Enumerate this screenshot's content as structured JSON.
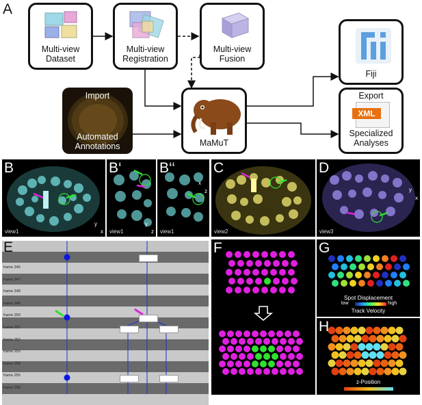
{
  "panel_A": {
    "label": "A",
    "nodes": {
      "dataset": "Multi-view\nDataset",
      "registration": "Multi-view\nRegistration",
      "fusion": "Multi-view\nFusion",
      "mamut": "MaMuT",
      "fiji": "Fiji",
      "analyses": "Specialized\nAnalyses",
      "import": "Import",
      "annotations": "Automated\nAnnotations",
      "export": "Export",
      "xml": "XML"
    }
  },
  "panel_B": {
    "labels": [
      "B",
      "B‘",
      "B‘‘"
    ],
    "views": [
      "view1",
      "view1",
      "view1"
    ]
  },
  "panel_C": {
    "label": "C",
    "view": "view2"
  },
  "panel_D": {
    "label": "D",
    "view": "view3"
  },
  "axes": {
    "x": "x",
    "y": "y",
    "z": "z"
  },
  "panel_E": {
    "label": "E",
    "frames": [
      "frame 246",
      "frame 247",
      "frame 248",
      "frame 249",
      "frame 250",
      "frame 251",
      "frame 252",
      "frame 253",
      "frame 254",
      "frame 255",
      "frame 256"
    ]
  },
  "panel_F": {
    "label": "F"
  },
  "panel_G": {
    "label": "G",
    "legend_title": "Spot Displacement",
    "low": "low",
    "high": "high",
    "legend_sub": "Track Velocity"
  },
  "panel_H": {
    "label": "H",
    "legend": "z-Position"
  },
  "colors": {
    "magenta": "#e020e0",
    "green": "#30e030",
    "cyan_cells": "#7fd8d8",
    "yellow_cells": "#e8e070",
    "purple_cells": "#9a88e8",
    "blue_dot": "#0a18e0"
  }
}
